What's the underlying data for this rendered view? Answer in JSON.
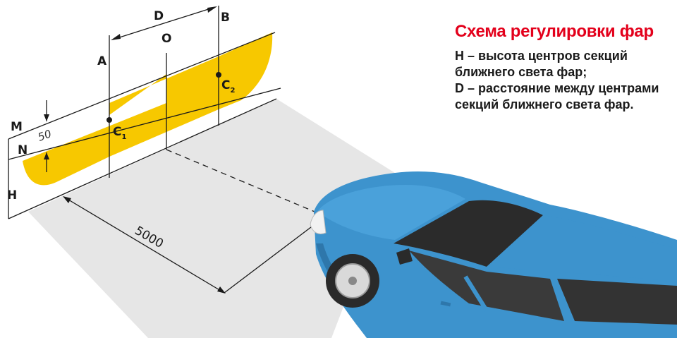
{
  "legend": {
    "title": "Схема регулировки фар",
    "lines": [
      "H – высота центров секций",
      "ближнего света фар;",
      "D – расстояние между центрами",
      "секций ближнего света фар."
    ]
  },
  "labels": {
    "D": "D",
    "B": "B",
    "O": "O",
    "A": "A",
    "M": "M",
    "N": "N",
    "H": "H",
    "fifty": "50",
    "C1": "C",
    "C1_sub": "1",
    "C2": "C",
    "C2_sub": "2",
    "distance": "5000"
  },
  "colors": {
    "beam": "#f7c800",
    "car_body": "#3d93cd",
    "car_dark": "#2a2a2a",
    "road": "#e4e4e4",
    "accent_title": "#e3001b"
  }
}
